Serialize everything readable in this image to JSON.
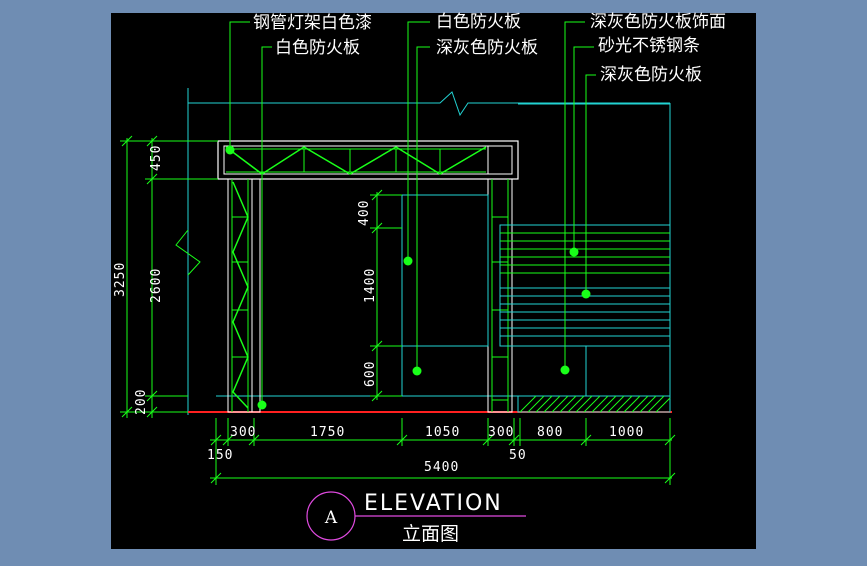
{
  "drawing": {
    "view_label": "ELEVATION",
    "view_label_cn": "立面图",
    "section_mark": "A"
  },
  "labels": {
    "l1": "钢管灯架白色漆",
    "l2": "白色防火板",
    "l3": "白色防火板",
    "l4": "深灰色防火板",
    "l5": "深灰色防火板饰面",
    "l6": "砂光不锈钢条",
    "l7": "深灰色防火板"
  },
  "dimensions": {
    "h_total": "5400",
    "h_segments": [
      "300",
      "1750",
      "1050",
      "300",
      "800",
      "1000"
    ],
    "h_small_left": "150",
    "h_small_right": "50",
    "v_total": "3250",
    "v_mid": "2600",
    "v_top": "450",
    "v_bottom": "200",
    "v_inner": [
      "400",
      "1400",
      "600"
    ]
  },
  "colors": {
    "background": "#000000",
    "frame": "#6f8db3",
    "structure": "#19ff19",
    "panel": "#22d3d3",
    "text": "#ffffff",
    "floor": "#ff2020",
    "marker": "#e04ae0"
  }
}
